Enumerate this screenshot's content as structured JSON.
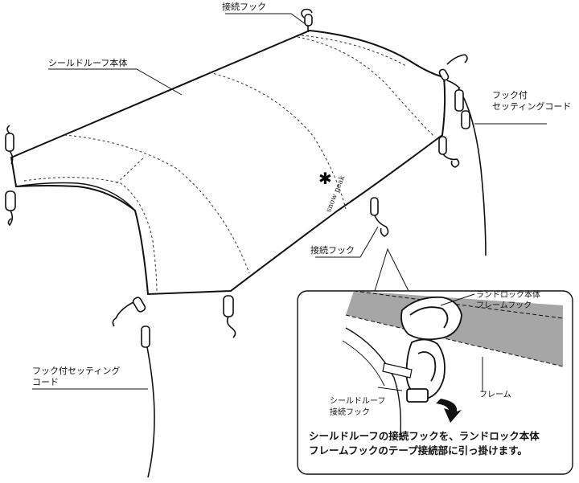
{
  "labels": {
    "top_hook": "接続フック",
    "roof_body": "シールドルーフ本体",
    "right_cord_line1": "フック付",
    "right_cord_line2": "セッティングコード",
    "mid_hook": "接続フック",
    "left_cord_line1": "フック付セッティング",
    "left_cord_line2": "コード"
  },
  "detail": {
    "body_hook_line1": "ランドロック本体",
    "body_hook_line2": "フレームフック",
    "frame": "フレーム",
    "roof_hook_line1": "シールドルーフ",
    "roof_hook_line2": "接続フック",
    "caption_line1": "シールドルーフの接続フックを、ランドロック本体",
    "caption_line2": "フレームフックのテープ接続部に引っ掛けます。"
  },
  "logo": {
    "mark": "✱",
    "text": "snow peak"
  },
  "colors": {
    "line": "#111111",
    "roof_fill": "#ffffff",
    "frame_gray": "#9a9a9a"
  }
}
